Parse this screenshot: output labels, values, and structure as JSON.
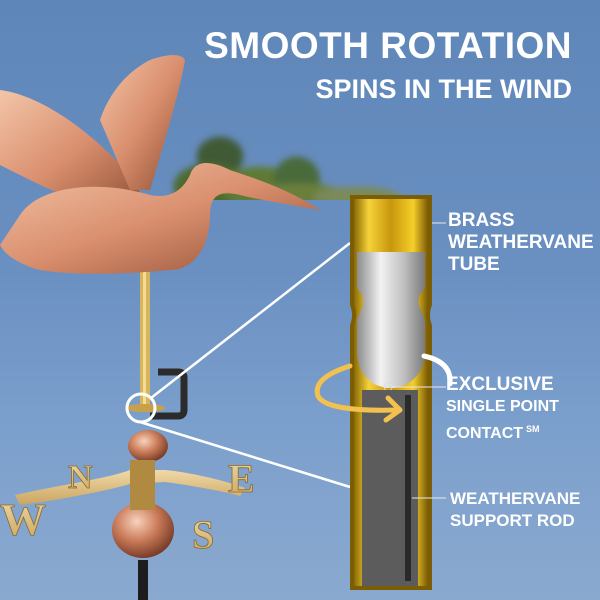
{
  "headline": {
    "title": "SMOOTH ROTATION",
    "subtitle": "SPINS IN THE WIND"
  },
  "callouts": [
    {
      "id": "tube",
      "lines": [
        "BRASS",
        "WEATHERVANE",
        "TUBE"
      ]
    },
    {
      "id": "contact",
      "lines": [
        "EXCLUSIVE",
        "SINGLE POINT",
        "CONTACT"
      ],
      "superscript": "SM"
    },
    {
      "id": "rod",
      "lines": [
        "WEATHERVANE",
        "SUPPORT ROD"
      ]
    }
  ],
  "directional_letters": [
    "N",
    "E",
    "S",
    "W"
  ],
  "colors": {
    "sky": "#6a90c2",
    "brass": "#d9a90e",
    "copper": "#d98f6e",
    "arrow": "#f2c14e",
    "rod": "#5a5a5a",
    "text": "#ffffff"
  }
}
